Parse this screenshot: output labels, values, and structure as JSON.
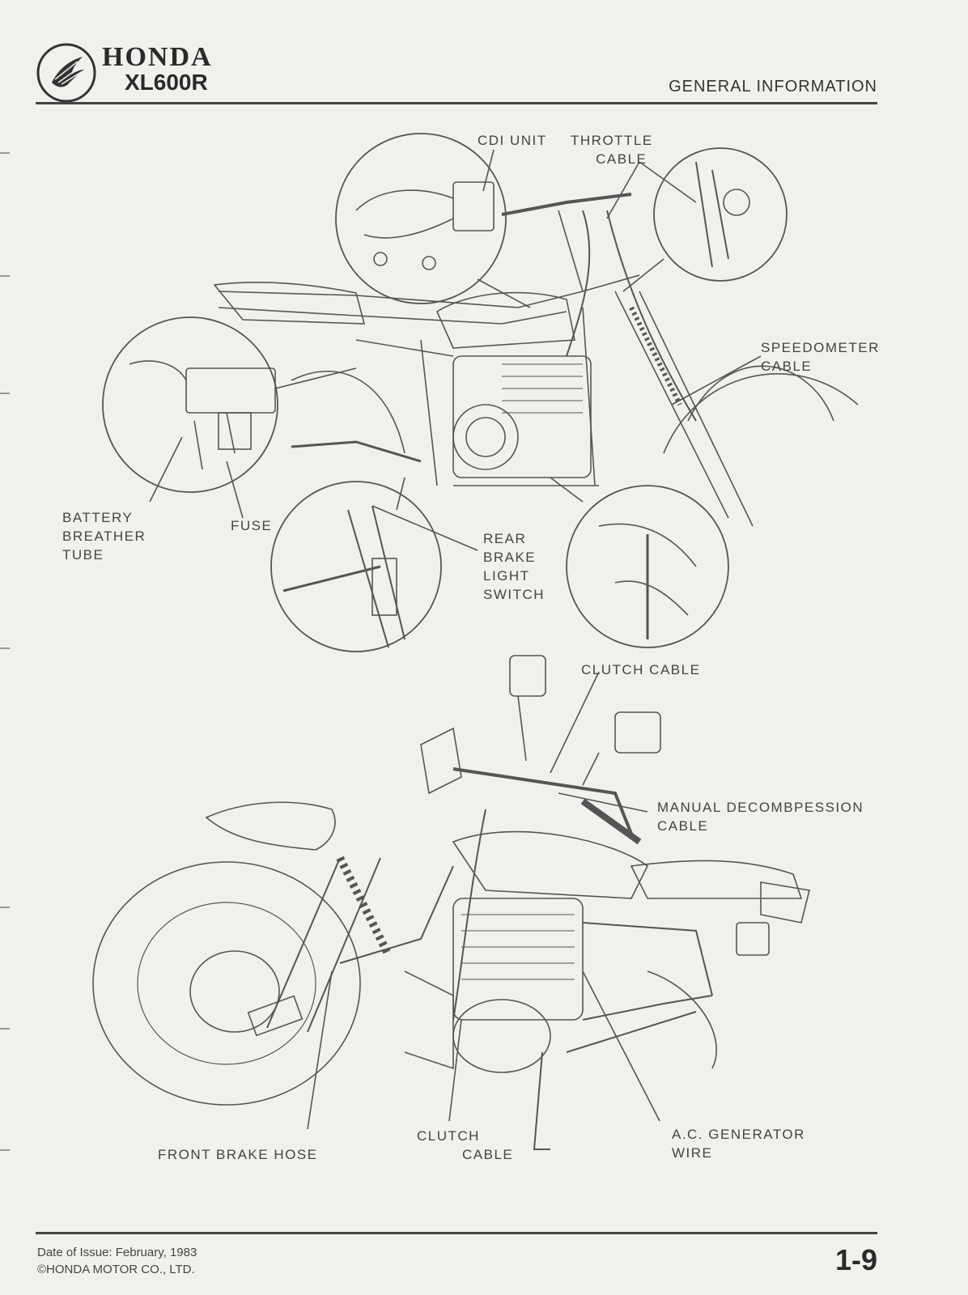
{
  "header": {
    "brand": "HONDA",
    "model": "XL600R",
    "section": "GENERAL INFORMATION"
  },
  "labels": {
    "cdi_unit": "CDI UNIT",
    "throttle_cable": "THROTTLE\n     CABLE",
    "speedometer_cable": "SPEEDOMETER\nCABLE",
    "battery_breather_tube": "BATTERY\nBREATHER\nTUBE",
    "fuse": "FUSE",
    "rear_brake_light_switch": "REAR\nBRAKE\nLIGHT\nSWITCH",
    "clutch_cable_top": "CLUTCH CABLE",
    "manual_decompression_cable": "MANUAL DECOMBPESSION\nCABLE",
    "front_brake_hose": "FRONT BRAKE HOSE",
    "clutch_cable_bottom": "CLUTCH\n         CABLE",
    "ac_generator_wire": "A.C. GENERATOR\nWIRE"
  },
  "footer": {
    "date_of_issue": "Date of Issue: February, 1983",
    "copyright": "©HONDA MOTOR CO., LTD.",
    "page_number": "1-9"
  }
}
